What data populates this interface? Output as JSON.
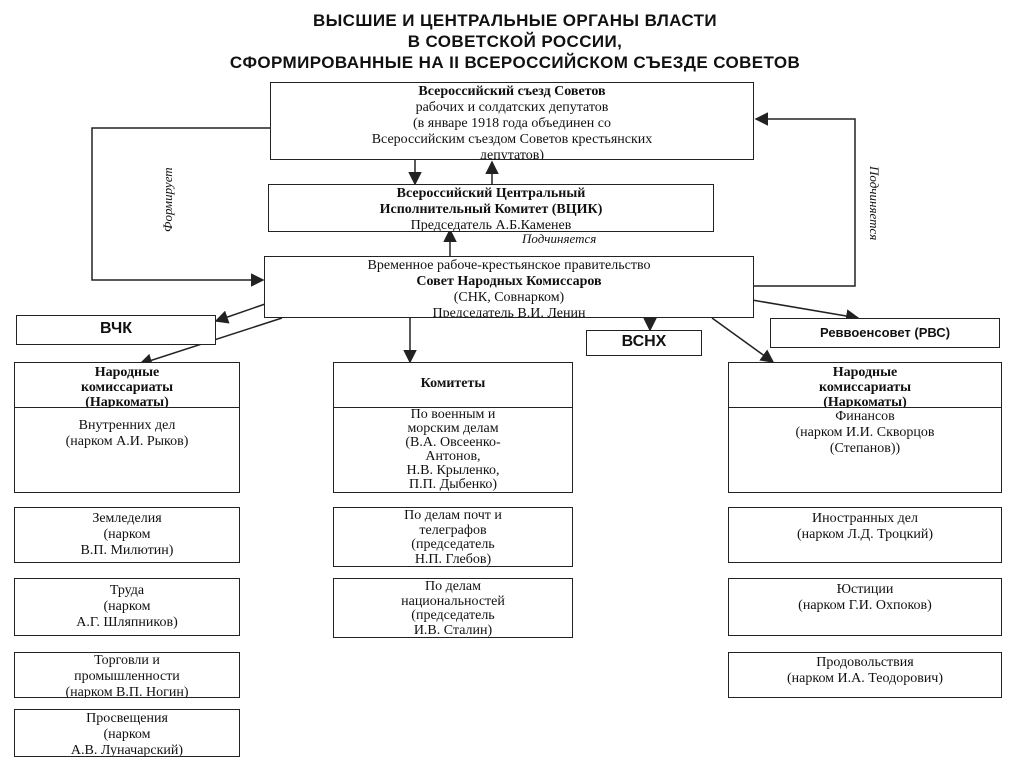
{
  "title": {
    "lines": [
      "ВЫСШИЕ И ЦЕНТРАЛЬНЫЕ ОРГАНЫ ВЛАСТИ",
      "В СОВЕТСКОЙ РОССИИ,",
      "СФОРМИРОВАННЫЕ НА II ВСЕРОССИЙСКОМ СЪЕЗДЕ СОВЕТОВ"
    ]
  },
  "congress": {
    "lines": [
      "Всероссийский съезд Советов",
      "рабочих и солдатских депутатов",
      "(в январе 1918 года объединен со",
      "Всероссийским съездом Советов крестьянских",
      "депутатов)"
    ]
  },
  "vtsik": {
    "lines": [
      "Всероссийский Центральный",
      "Исполнительный Комитет (ВЦИК)",
      "Председатель А.Б.Каменев"
    ]
  },
  "labels": {
    "subordinate_center": "Подчиняется",
    "forms_left": "Формирует",
    "subordinate_right": "Подчиняется"
  },
  "snk": {
    "lines": [
      "Временное рабоче-крестьянское правительство",
      "Совет Народных Комиссаров",
      "(СНК, Совнарком)",
      "Председатель В.И. Ленин"
    ]
  },
  "vchk": "ВЧК",
  "vsnkh": "ВСНХ",
  "rvs": "Реввоенсовет (РВС)",
  "left_column": {
    "header": [
      "Народные",
      "комиссариаты",
      "(Наркоматы)"
    ],
    "items": [
      [
        "Внутренних дел",
        "(нарком А.И. Рыков)"
      ],
      [
        "Земледелия",
        "(нарком",
        "В.П. Милютин)"
      ],
      [
        "Труда",
        "(нарком",
        "А.Г. Шляпников)"
      ],
      [
        "Торговли и",
        "промышленности",
        "(нарком В.П. Ногин)"
      ],
      [
        "Просвещения",
        "(нарком",
        "А.В. Луначарский)"
      ]
    ]
  },
  "center_column": {
    "header": [
      "Комитеты"
    ],
    "items": [
      [
        "По военным и",
        "морским делам",
        "(В.А. Овсеенко-",
        "Антонов,",
        "Н.В. Крыленко,",
        "П.П. Дыбенко)"
      ],
      [
        "По делам почт и",
        "телеграфов",
        "(председатель",
        "Н.П. Глебов)"
      ],
      [
        "По делам",
        "национальностей",
        "(председатель",
        "И.В. Сталин)"
      ]
    ]
  },
  "right_column": {
    "header": [
      "Народные",
      "комиссариаты",
      "(Наркоматы)"
    ],
    "items": [
      [
        "Финансов",
        "(нарком И.И. Скворцов",
        "(Степанов))"
      ],
      [
        "Иностранных дел",
        "(нарком Л.Д. Троцкий)"
      ],
      [
        "Юстиции",
        "(нарком  Г.И. Охпоков)"
      ],
      [
        "Продовольствия",
        "(нарком И.А. Теодорович)"
      ]
    ]
  }
}
